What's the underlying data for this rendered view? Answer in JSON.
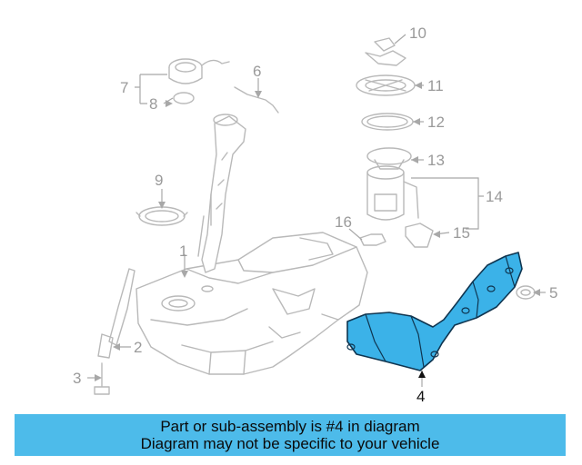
{
  "callouts": {
    "n1": "1",
    "n2": "2",
    "n3": "3",
    "n4": "4",
    "n5": "5",
    "n6": "6",
    "n7": "7",
    "n8": "8",
    "n9": "9",
    "n10": "10",
    "n11": "11",
    "n12": "12",
    "n13": "13",
    "n14": "14",
    "n15": "15",
    "n16": "16"
  },
  "highlight_color": "#3bb2e8",
  "banner": {
    "line1": "Part or sub-assembly is #4 in diagram",
    "line2": "Diagram may not be specific to your vehicle"
  }
}
